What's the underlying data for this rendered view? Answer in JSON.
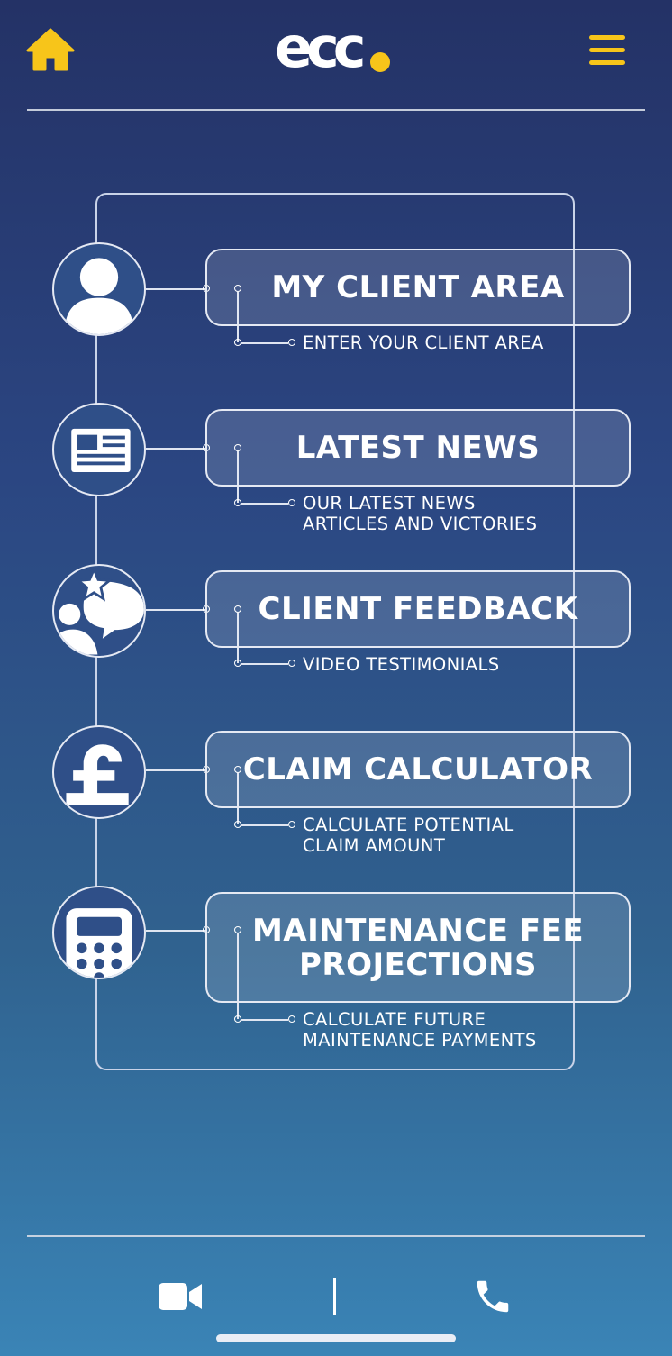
{
  "header": {
    "logo_text": "ecc",
    "home_icon": "home-icon",
    "menu_icon": "hamburger-menu-icon"
  },
  "colors": {
    "accent": "#f7c51a",
    "background_top": "#243266",
    "background_bottom": "#3a84b6",
    "card_fill": "rgba(255,255,255,0.14)"
  },
  "menu": [
    {
      "title": "MY CLIENT AREA",
      "subtitle": "ENTER YOUR CLIENT AREA",
      "icon": "user-icon"
    },
    {
      "title": "LATEST NEWS",
      "subtitle": "OUR LATEST NEWS\nARTICLES AND VICTORIES",
      "icon": "newspaper-icon"
    },
    {
      "title": "CLIENT FEEDBACK",
      "subtitle": "VIDEO TESTIMONIALS",
      "icon": "feedback-star-icon"
    },
    {
      "title": "CLAIM CALCULATOR",
      "subtitle": "CALCULATE POTENTIAL\nCLAIM AMOUNT",
      "icon": "pound-icon"
    },
    {
      "title": "MAINTENANCE FEE\nPROJECTIONS",
      "subtitle": "CALCULATE FUTURE\nMAINTENANCE PAYMENTS",
      "icon": "calculator-icon"
    }
  ],
  "footer": {
    "video_icon": "video-call-icon",
    "phone_icon": "phone-icon"
  }
}
